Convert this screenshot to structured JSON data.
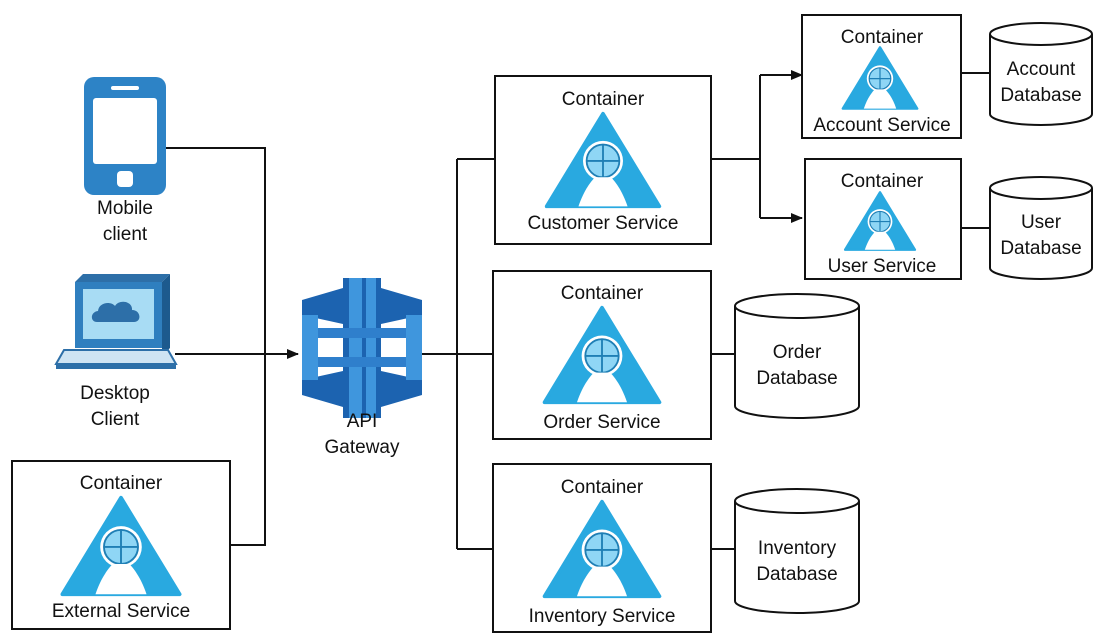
{
  "colors": {
    "service_icon": "#29a9e0",
    "service_icon_inner": "#8fd6f5",
    "phone": "#2d83c6",
    "gateway_dark": "#1c63b0",
    "gateway_light": "#3f96dd",
    "cloud": "#2d6fa8",
    "line": "#111111"
  },
  "clients": {
    "mobile": {
      "icon": "smartphone-icon",
      "line1": "Mobile",
      "line2": "client"
    },
    "desktop": {
      "icon": "desktop-computer-icon",
      "line1": "Desktop",
      "line2": "Client"
    }
  },
  "gateway": {
    "icon": "api-gateway-icon",
    "line1": "API",
    "line2": "Gateway"
  },
  "containers": {
    "external": {
      "title": "Container",
      "service": "External Service"
    },
    "customer": {
      "title": "Container",
      "service": "Customer Service"
    },
    "order": {
      "title": "Container",
      "service": "Order Service"
    },
    "inventory": {
      "title": "Container",
      "service": "Inventory Service"
    },
    "account": {
      "title": "Container",
      "service": "Account Service"
    },
    "user": {
      "title": "Container",
      "service": "User Service"
    }
  },
  "databases": {
    "account": {
      "line1": "Account",
      "line2": "Database"
    },
    "user": {
      "line1": "User",
      "line2": "Database"
    },
    "order": {
      "line1": "Order",
      "line2": "Database"
    },
    "inventory": {
      "line1": "Inventory",
      "line2": "Database"
    }
  }
}
